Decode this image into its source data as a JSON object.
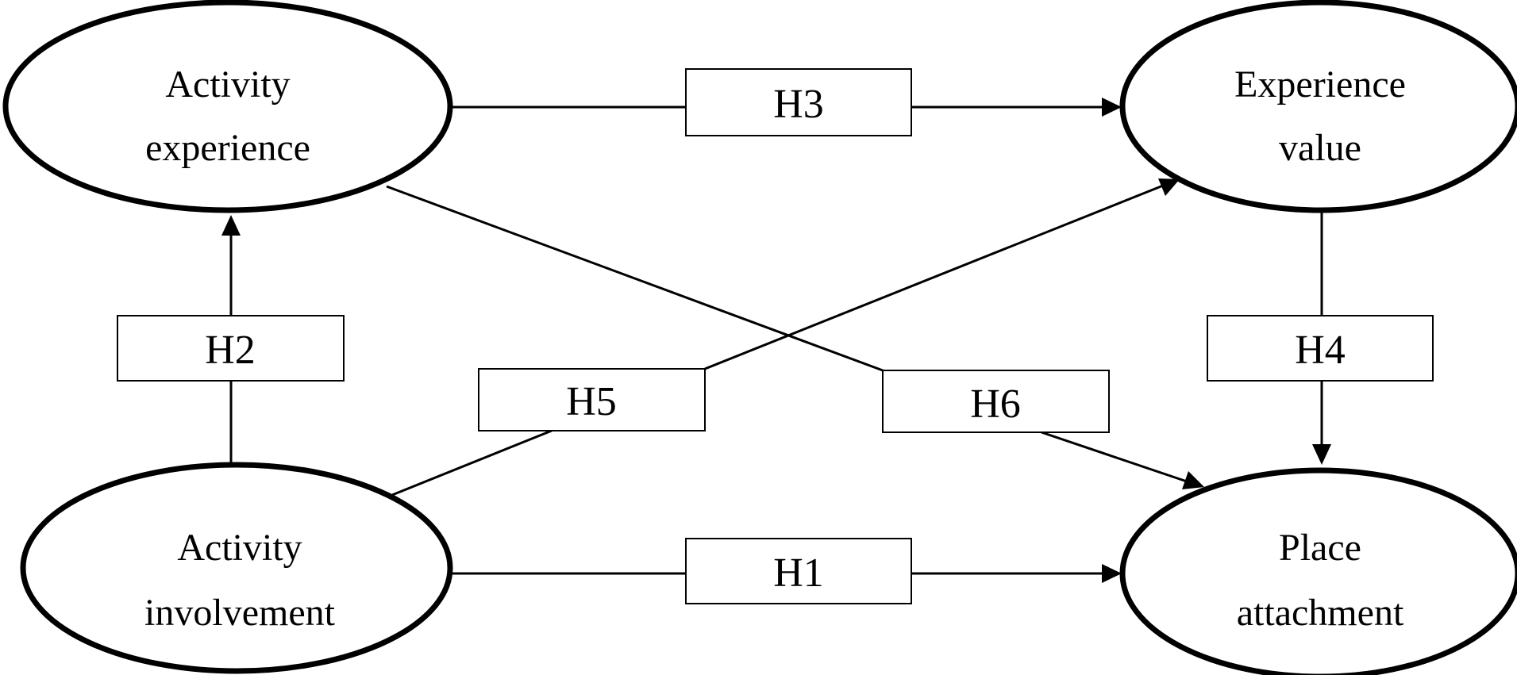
{
  "nodes": {
    "activity_experience": {
      "line1": "Activity",
      "line2": "experience"
    },
    "experience_value": {
      "line1": "Experience",
      "line2": "value"
    },
    "activity_involvement": {
      "line1": "Activity",
      "line2": "involvement"
    },
    "place_attachment": {
      "line1": "Place",
      "line2": "attachment"
    }
  },
  "hypotheses": {
    "h1": "H1",
    "h2": "H2",
    "h3": "H3",
    "h4": "H4",
    "h5": "H5",
    "h6": "H6"
  },
  "colors": {
    "stroke": "#000000",
    "background": "#ffffff"
  }
}
